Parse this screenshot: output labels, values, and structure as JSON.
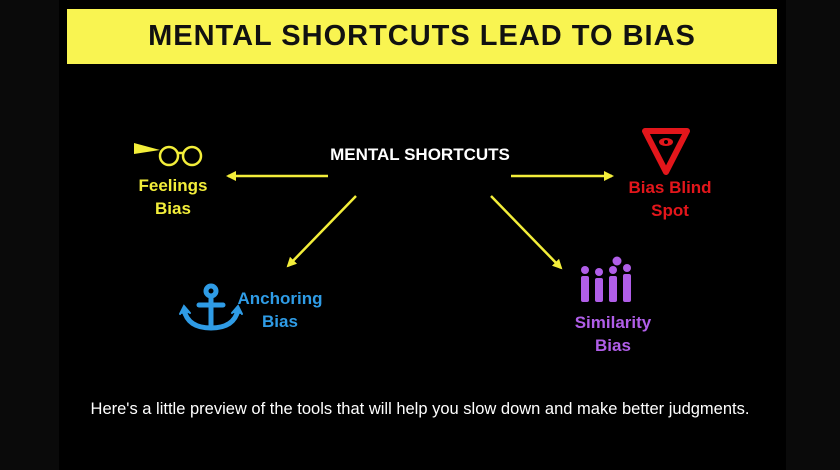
{
  "header": {
    "title": "MENTAL SHORTCUTS LEAD TO BIAS"
  },
  "center": {
    "label": "MENTAL SHORTCUTS"
  },
  "nodes": {
    "feelings": {
      "line1": "Feelings",
      "line2": "Bias",
      "color": "#f3ee3a"
    },
    "blind_spot": {
      "line1": "Bias Blind",
      "line2": "Spot",
      "color": "#e3161b"
    },
    "anchoring": {
      "line1": "Anchoring",
      "line2": "Bias",
      "color": "#2f9ce6"
    },
    "similarity": {
      "line1": "Similarity",
      "line2": "Bias",
      "color": "#b05ee8"
    }
  },
  "icons": [
    "glasses-icon",
    "yield-eye-icon",
    "anchor-icon",
    "people-group-icon"
  ],
  "footer": {
    "text": "Here's a little preview of the tools that will help you slow down and make better judgments."
  },
  "colors": {
    "accent": "#f9f451",
    "arrow": "#f3ee3a"
  }
}
